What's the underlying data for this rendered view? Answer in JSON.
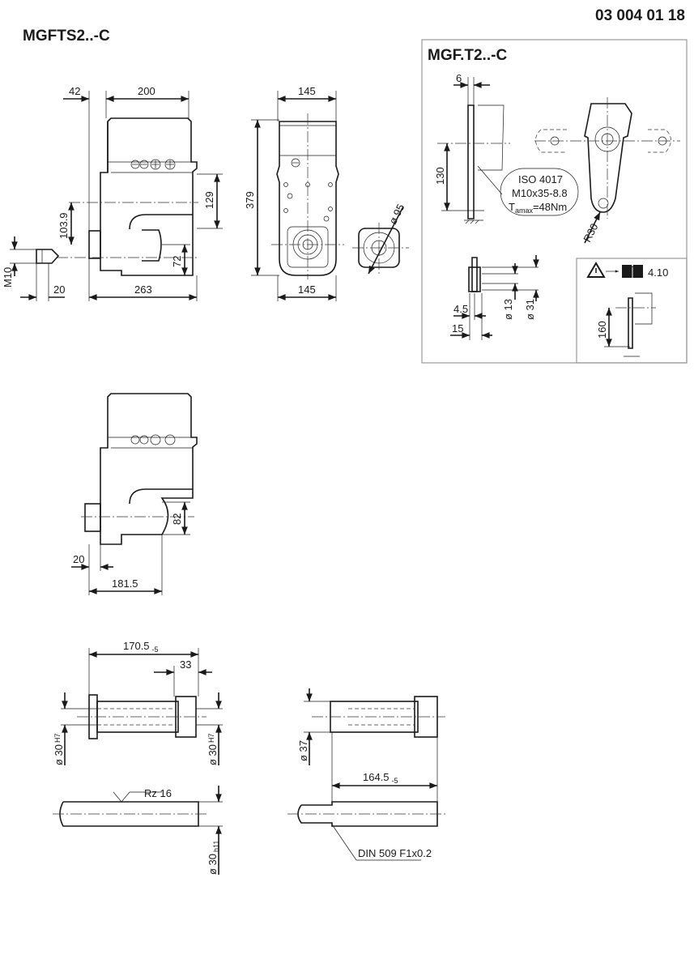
{
  "header": {
    "doc_number": "03 004 01 18",
    "title": "MGFTS2..-C"
  },
  "side_view": {
    "d_42": "42",
    "d_200": "200",
    "d_129": "129",
    "d_103_9": "103.9",
    "d_72": "72",
    "d_m10": "M10",
    "d_20": "20",
    "d_263": "263"
  },
  "front_view": {
    "d_145_top": "145",
    "d_379": "379",
    "d_145_bottom": "145",
    "d_95": "ø 95"
  },
  "inset": {
    "title": "MGF.T2..-C",
    "d_6": "6",
    "d_130": "130",
    "note_line1": "ISO 4017",
    "note_line2": "M10x35-8.8",
    "note_t": "T",
    "note_sub": "amax",
    "note_val": "=48Nm",
    "d_r30": "R30",
    "d_13": "ø 13",
    "d_31": "ø 31",
    "d_4_5": "4.5",
    "d_15": "15",
    "warning_ref": "4.10",
    "d_160": "160"
  },
  "side_view_2": {
    "d_82": "82",
    "d_20": "20",
    "d_181_5": "181.5"
  },
  "shaft_1": {
    "d_170_5": "170.5",
    "tol_170_5": "-5",
    "d_33": "33",
    "d_30_left": "ø 30",
    "fit_left": "H7",
    "d_30_right": "ø 30",
    "fit_right": "H7",
    "roughness": "Rz 16",
    "d_30_shaft": "ø 30",
    "fit_shaft": "h11"
  },
  "shaft_2": {
    "d_37": "ø 37",
    "d_164_5": "164.5",
    "tol_164_5": "-5",
    "undercut": "DIN 509 F1x0.2"
  }
}
